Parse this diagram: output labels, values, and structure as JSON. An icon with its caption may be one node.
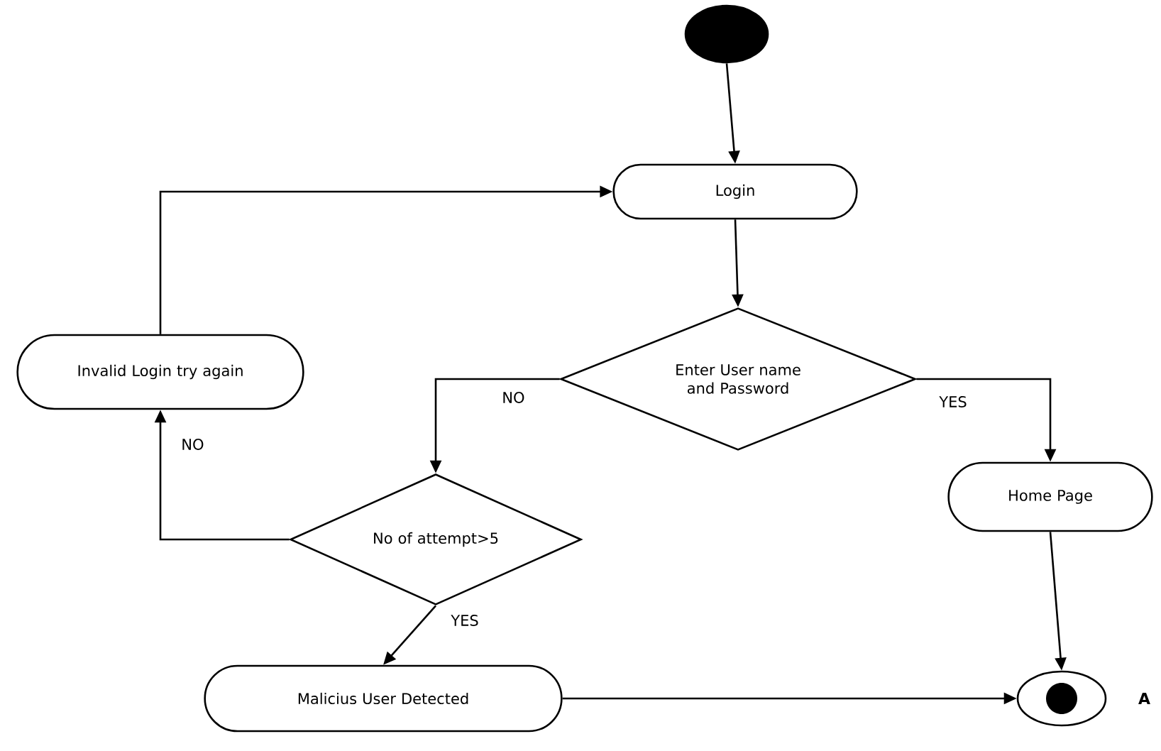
{
  "diagram": {
    "nodes": [
      {
        "text": [],
        "shape": "circle"
      },
      {
        "text": [
          "Login"
        ]
      },
      {
        "text": [
          "Enter User name and Password"
        ]
      },
      {
        "text": [
          "Invalid Login try again"
        ]
      },
      {
        "text": [
          "No of attempt>5"
        ]
      },
      {
        "text": [
          "Home Page"
        ]
      },
      {
        "text": [
          "Malicius User Detected"
        ]
      },
      {
        "text": [],
        "shape": "circle"
      }
    ],
    "edges": [
      {
        "from": 0,
        "to": 1,
        "arrow": "to"
      },
      {
        "from": 1,
        "to": 2,
        "arrow": "to"
      },
      {
        "from": 2,
        "to": 4,
        "arrow": "to",
        "label": "NO"
      },
      {
        "from": 2,
        "to": 5,
        "arrow": "to",
        "label": "YES"
      },
      {
        "from": 4,
        "to": 3,
        "arrow": "to",
        "label": "NO"
      },
      {
        "from": 3,
        "to": 1,
        "arrow": "to"
      },
      {
        "from": 4,
        "to": 6,
        "arrow": "to",
        "label": "YES"
      },
      {
        "from": 6,
        "to": 7,
        "arrow": "to"
      },
      {
        "from": 5,
        "to": 7,
        "arrow": "to"
      }
    ],
    "labels": [
      "A"
    ]
  }
}
